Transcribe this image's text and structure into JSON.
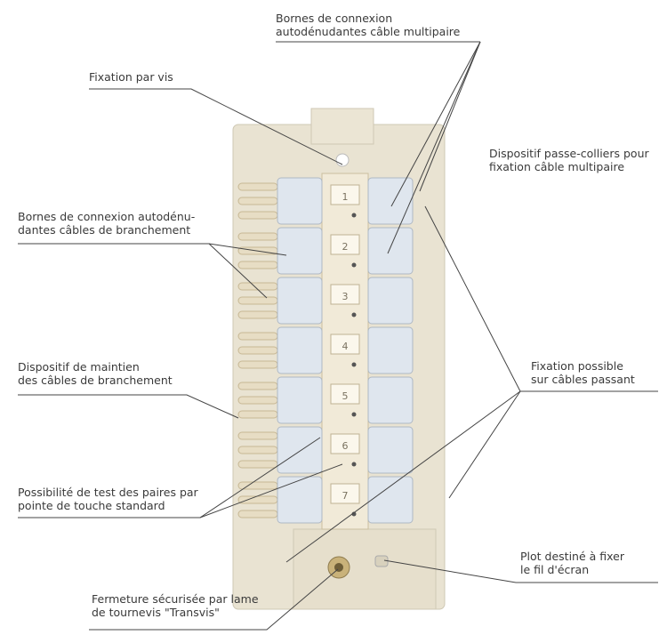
{
  "labels": {
    "bornes_multipaire": [
      "Bornes de connexion",
      "autodénudantes câble multipaire"
    ],
    "fixation_vis": [
      "Fixation par vis"
    ],
    "passe_colliers": [
      "Dispositif passe-colliers pour",
      "fixation câble multipaire"
    ],
    "bornes_branchement": [
      "Bornes de connexion autodénu-",
      "dantes câbles de branchement"
    ],
    "maintien": [
      "Dispositif de maintien",
      "des câbles de branchement"
    ],
    "fixation_passant": [
      "Fixation possible",
      "sur câbles passant"
    ],
    "test_paires": [
      "Possibilité de test des paires par",
      "pointe de touche standard"
    ],
    "plot_ecran": [
      "Plot destiné à fixer",
      "le fil d'écran"
    ],
    "fermeture": [
      "Fermeture sécurisée par lame",
      "de tournevis \"Transvis\""
    ]
  },
  "pair_numbers": [
    "1",
    "2",
    "3",
    "4",
    "5",
    "6",
    "7"
  ],
  "colors": {
    "base": "#ece6d6",
    "strip": "#f1ead8",
    "module": "#dfe6ee",
    "line": "#444444",
    "text": "#3a3a3a"
  }
}
